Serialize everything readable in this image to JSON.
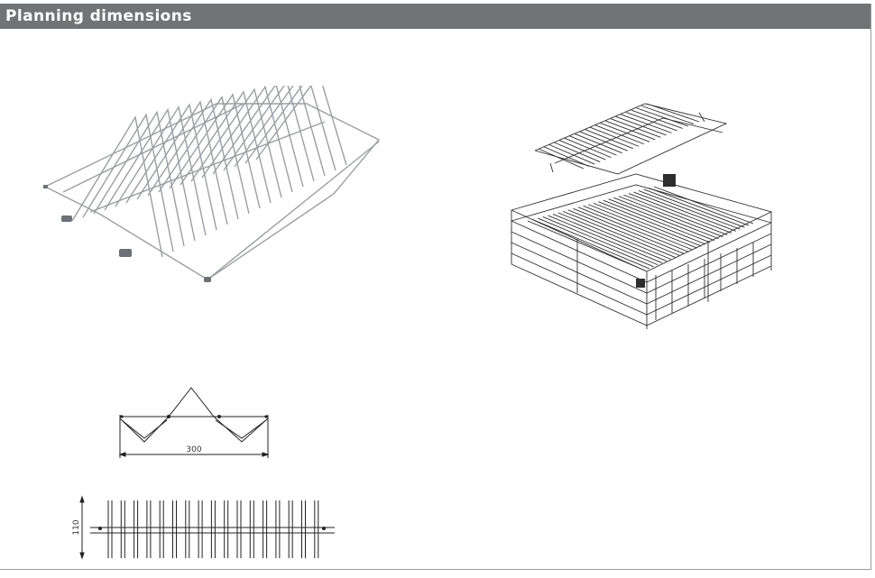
{
  "header": {
    "title": "Planning dimensions"
  },
  "figures": {
    "plate_rack_photo": {
      "icon": "plate-rack-insert-image"
    },
    "basket_assembly": {
      "icon": "drawer-basket-with-rack-drawing"
    },
    "front_view": {
      "width_label": "300"
    },
    "top_view": {
      "depth_label": "110"
    }
  },
  "colors": {
    "header_bg": "#727374",
    "header_text": "#ffffff"
  }
}
